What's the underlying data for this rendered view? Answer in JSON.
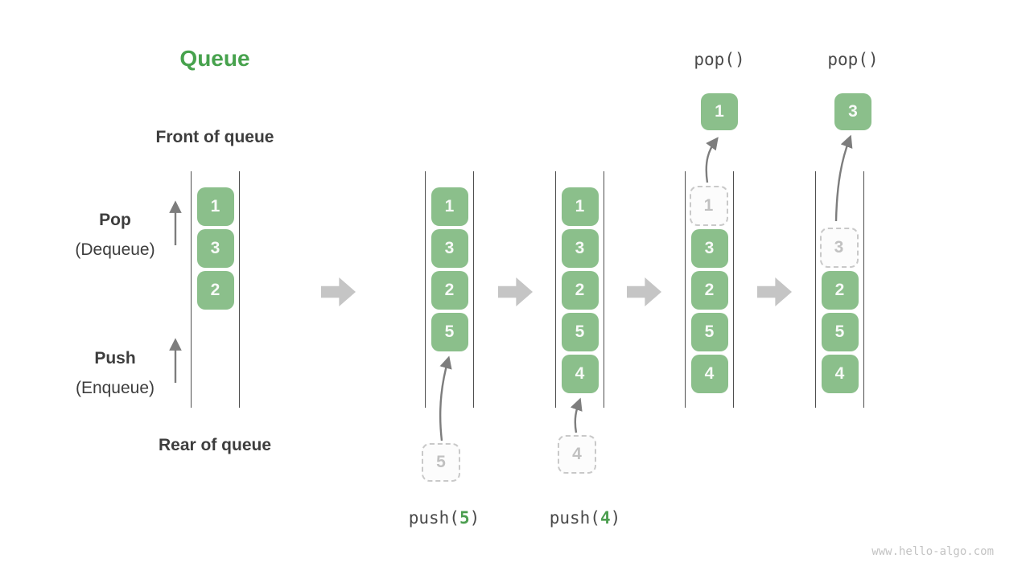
{
  "title": "Queue",
  "labels": {
    "front_of_queue": "Front of queue",
    "rear_of_queue": "Rear of queue",
    "pop_op": "Pop",
    "pop_op_sub": "(Dequeue)",
    "push_op": "Push",
    "push_op_sub": "(Enqueue)"
  },
  "columns": [
    {
      "cells": [
        {
          "v": "1",
          "ghost": false
        },
        {
          "v": "3",
          "ghost": false
        },
        {
          "v": "2",
          "ghost": false
        },
        null,
        null
      ]
    },
    {
      "cells": [
        {
          "v": "1",
          "ghost": false
        },
        {
          "v": "3",
          "ghost": false
        },
        {
          "v": "2",
          "ghost": false
        },
        {
          "v": "5",
          "ghost": false
        },
        null
      ]
    },
    {
      "cells": [
        {
          "v": "1",
          "ghost": false
        },
        {
          "v": "3",
          "ghost": false
        },
        {
          "v": "2",
          "ghost": false
        },
        {
          "v": "5",
          "ghost": false
        },
        {
          "v": "4",
          "ghost": false
        }
      ]
    },
    {
      "cells": [
        {
          "v": "1",
          "ghost": true
        },
        {
          "v": "3",
          "ghost": false
        },
        {
          "v": "2",
          "ghost": false
        },
        {
          "v": "5",
          "ghost": false
        },
        {
          "v": "4",
          "ghost": false
        }
      ]
    },
    {
      "cells": [
        null,
        {
          "v": "3",
          "ghost": true
        },
        {
          "v": "2",
          "ghost": false
        },
        {
          "v": "5",
          "ghost": false
        },
        {
          "v": "4",
          "ghost": false
        }
      ]
    }
  ],
  "operations": {
    "push_calls": [
      {
        "prefix": "push(",
        "arg": "5",
        "suffix": ")"
      },
      {
        "prefix": "push(",
        "arg": "4",
        "suffix": ")"
      }
    ],
    "pop_calls": [
      "pop()",
      "pop()"
    ]
  },
  "staged_values": [
    "5",
    "4"
  ],
  "popped_values": [
    "1",
    "3"
  ],
  "watermark": "www.hello-algo.com",
  "colors": {
    "title_green": "#47a24d",
    "box_green": "#8bbf8b",
    "code_green": "#4c9e50",
    "text_dark": "#3d3d3d",
    "ghost_border": "#c9c9c9",
    "rail_line": "#4f4f4f",
    "block_arrow": "#c5c5c5",
    "thin_arrow": "#7d7d7d",
    "watermark_gray": "#c3c3c3"
  }
}
